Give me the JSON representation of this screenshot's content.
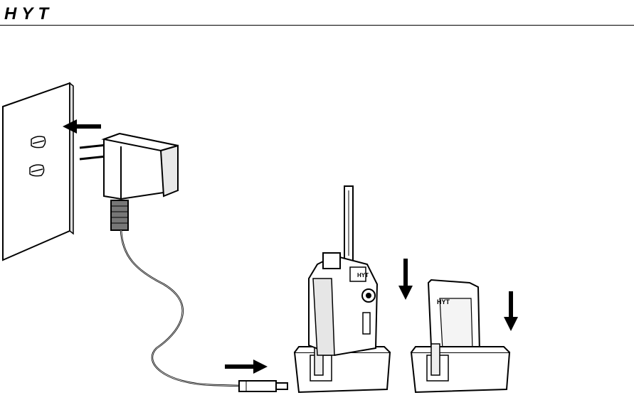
{
  "header": {
    "brand_logo_text": "HYT"
  },
  "radio": {
    "label_text": "HYT"
  },
  "battery": {
    "label_text": "HYT"
  }
}
